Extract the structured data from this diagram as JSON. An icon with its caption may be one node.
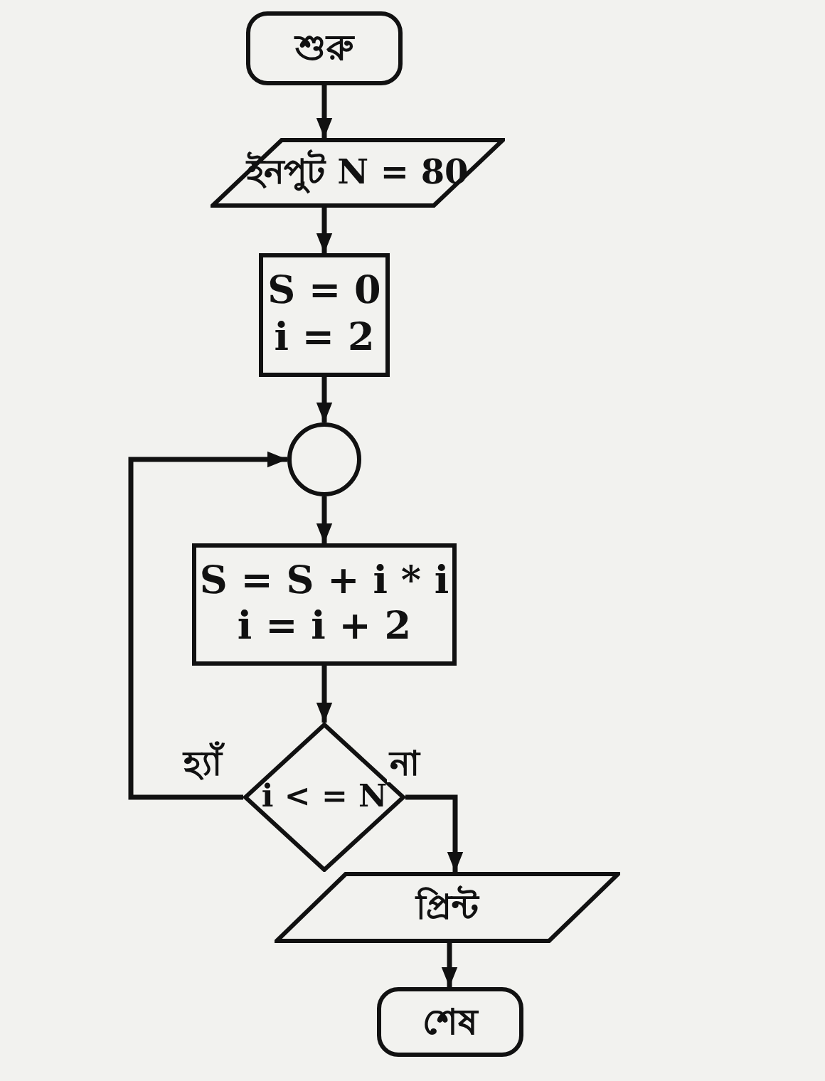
{
  "diagram": {
    "nodes": [
      {
        "text": [
          "শুরু"
        ]
      },
      {
        "text": [
          "ইনপুট N = 80"
        ]
      },
      {
        "text": [
          "S = 0",
          "i = 2"
        ]
      },
      {
        "text": [],
        "shape": "circle"
      },
      {
        "text": [
          "S = S + i * i",
          "i = i + 2"
        ]
      },
      {
        "text": [
          "i < = N"
        ]
      },
      {
        "text": [
          "প্রিন্ট"
        ]
      },
      {
        "text": [
          "শেষ"
        ]
      }
    ],
    "edges": [
      {
        "from": 0,
        "to": 1,
        "arrow": "to"
      },
      {
        "from": 1,
        "to": 2,
        "arrow": "to"
      },
      {
        "from": 2,
        "to": 3,
        "arrow": "to"
      },
      {
        "from": 3,
        "to": 4,
        "arrow": "to"
      },
      {
        "from": 4,
        "to": 5,
        "arrow": "to"
      },
      {
        "from": 5,
        "to": 3,
        "label": "হ্যাঁ",
        "arrow": "to"
      },
      {
        "from": 5,
        "to": 6,
        "label": "না",
        "arrow": "to"
      },
      {
        "from": 6,
        "to": 7,
        "arrow": "to"
      }
    ]
  }
}
